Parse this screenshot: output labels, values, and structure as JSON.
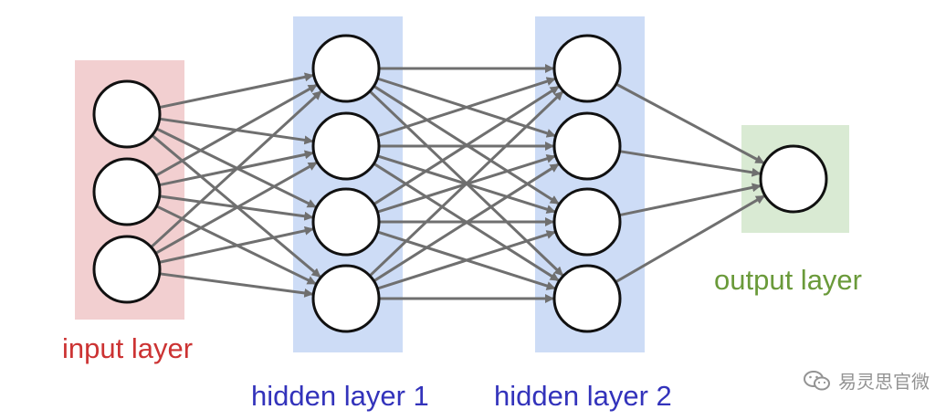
{
  "colors": {
    "input_band": "#f2cfd0",
    "hidden_band": "#cddcf6",
    "output_band": "#d9ead3",
    "edge": "#6f6f6f",
    "node_fill": "#ffffff",
    "node_stroke": "#111111",
    "input_label": "#cc3333",
    "hidden_label": "#3333bb",
    "output_label": "#6a9a3a"
  },
  "layers": [
    {
      "key": "input",
      "label": "input layer",
      "nodes": 3,
      "label_color": "#cc3333"
    },
    {
      "key": "hidden1",
      "label": "hidden layer 1",
      "nodes": 4,
      "label_color": "#3333bb"
    },
    {
      "key": "hidden2",
      "label": "hidden layer 2",
      "nodes": 4,
      "label_color": "#3333bb"
    },
    {
      "key": "output",
      "label": "output layer",
      "nodes": 1,
      "label_color": "#6a9a3a"
    }
  ],
  "watermark": {
    "icon": "wechat-icon",
    "text": "易灵思官微"
  }
}
